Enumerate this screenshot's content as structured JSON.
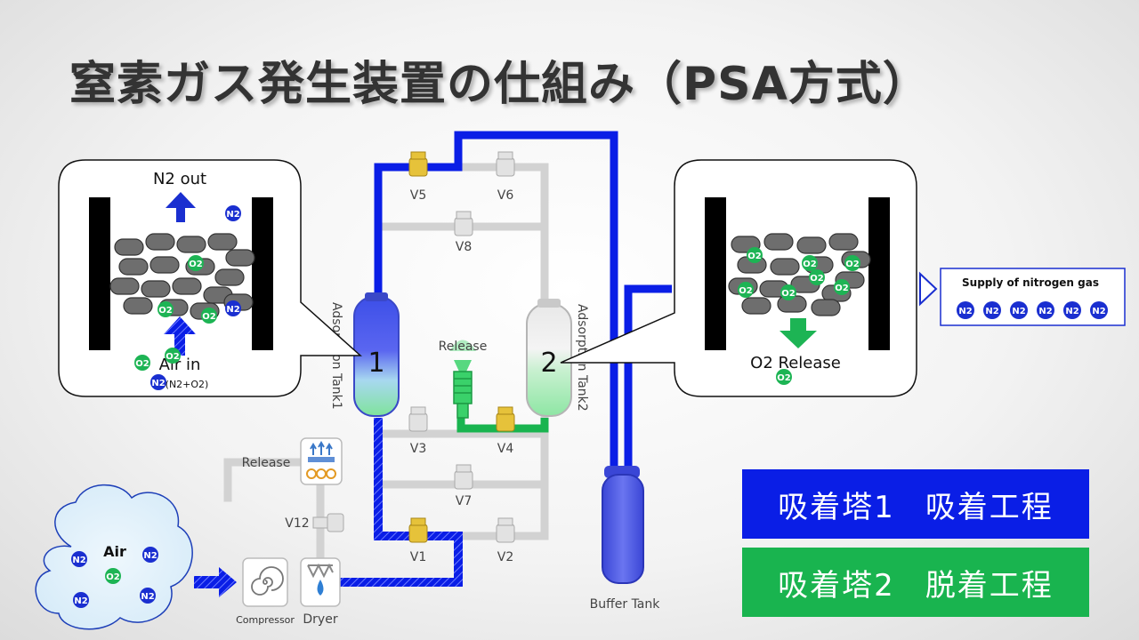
{
  "title": "窒素ガス発生装置の仕組み（PSA方式）",
  "zoom_left": {
    "n2_out": "N2 out",
    "air_in": "Air in",
    "air_in_sub": "(N2+O2)"
  },
  "zoom_right": {
    "o2_release": "O2 Release"
  },
  "molecules": {
    "n2": "N2",
    "o2": "O2"
  },
  "tanks": {
    "tank1_number": "1",
    "tank1_label": "Adsorption Tank1",
    "tank2_number": "2",
    "tank2_label": "Adsorption Tank2",
    "buffer_label": "Buffer Tank"
  },
  "valves": {
    "v1": "V1",
    "v2": "V2",
    "v3": "V3",
    "v4": "V4",
    "v5": "V5",
    "v6": "V6",
    "v7": "V7",
    "v8": "V8",
    "v12": "V12"
  },
  "release_center": "Release",
  "release_left": "Release",
  "compressor_label": "Compressor",
  "dryer_label": "Dryer",
  "air_cloud_label": "Air",
  "supply_label": "Supply of nitrogen gas",
  "status": {
    "line1_a": "吸着塔1",
    "line1_b": "吸着工程",
    "line2_a": "吸着塔2",
    "line2_b": "脱着工程"
  },
  "colors": {
    "active_line": "#0a1ee6",
    "release_line": "#19b44f",
    "idle_line": "#d2d2d2",
    "valve_open": "#e6c23a",
    "valve_closed": "#e2e2e2"
  }
}
